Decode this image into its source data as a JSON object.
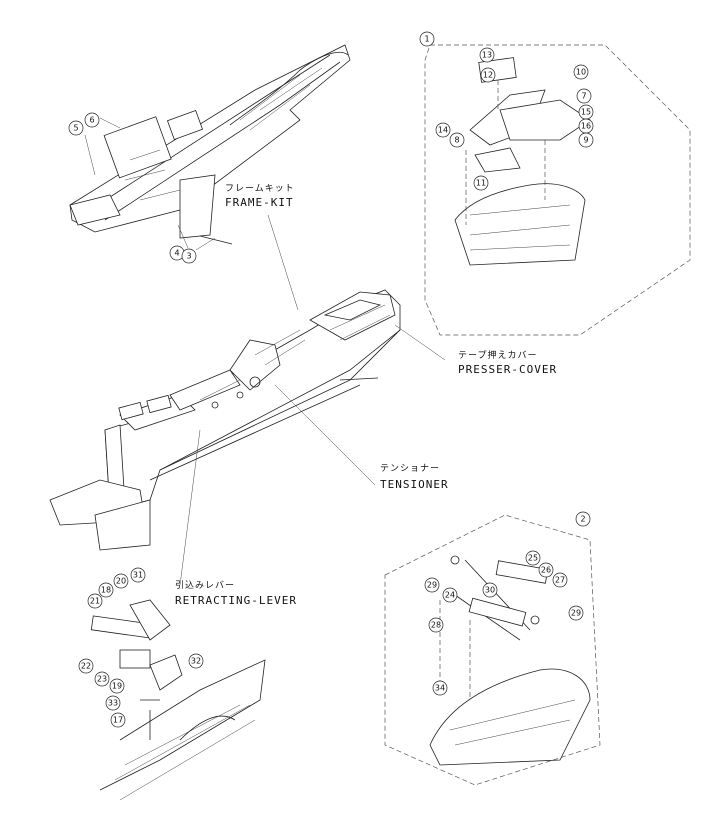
{
  "callouts": {
    "frame_kit": {
      "jp": "フレームキット",
      "en": "FRAME-KIT"
    },
    "presser_cover": {
      "jp": "テープ押えカバー",
      "en": "PRESSER-COVER"
    },
    "tensioner": {
      "jp": "テンショナー",
      "en": "TENSIONER"
    },
    "retracting_lever": {
      "jp": "引込みレバー",
      "en": "RETRACTING-LEVER"
    }
  },
  "assembly_marks": {
    "presser_cover": "1",
    "tensioner": "2"
  },
  "part_numbers": {
    "frame": [
      "5",
      "6",
      "4",
      "3"
    ],
    "presser": [
      "13",
      "12",
      "10",
      "7",
      "15",
      "16",
      "9",
      "14",
      "8",
      "11"
    ],
    "tensioner": [
      "25",
      "26",
      "27",
      "29",
      "24",
      "30",
      "28",
      "29",
      "34"
    ],
    "lever": [
      "31",
      "20",
      "18",
      "21",
      "22",
      "23",
      "19",
      "32",
      "33",
      "17"
    ]
  }
}
